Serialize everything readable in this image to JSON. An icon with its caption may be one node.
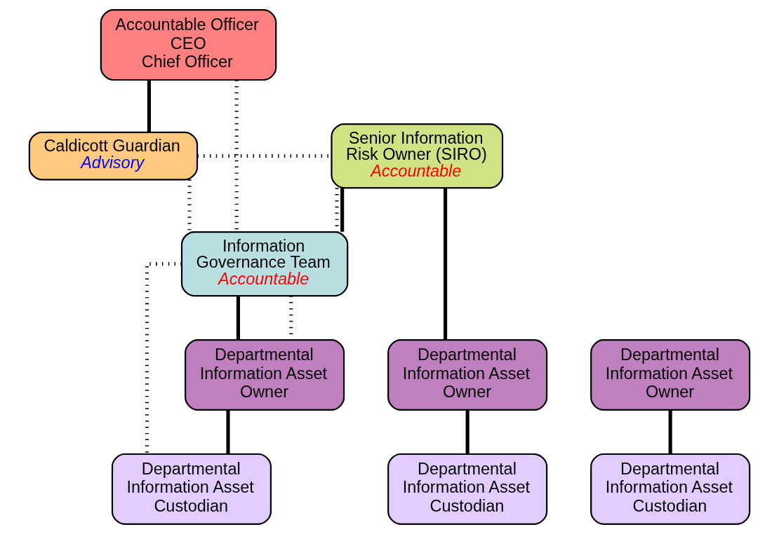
{
  "diagram": {
    "nodes": [
      {
        "text": [
          "Accountable Officer",
          "CEO",
          "Chief Officer"
        ]
      },
      {
        "text": [
          "Caldicott Guardian",
          "Advisory"
        ]
      },
      {
        "text": [
          "Senior Information Risk Owner (SIRO)",
          "Accountable"
        ]
      },
      {
        "text": [
          "Information Governance Team",
          "Accountable"
        ]
      },
      {
        "text": [
          "Departmental Information Asset Owner"
        ]
      },
      {
        "text": [
          "Departmental Information Asset Owner"
        ]
      },
      {
        "text": [
          "Departmental Information Asset Owner"
        ]
      },
      {
        "text": [
          "Departmental Information Asset Custodian"
        ]
      },
      {
        "text": [
          "Departmental Information Asset Custodian"
        ]
      },
      {
        "text": [
          "Departmental Information Asset Custodian"
        ]
      }
    ],
    "edges": [
      {
        "from": 0,
        "to": 1,
        "arrow": "none"
      },
      {
        "from": 0,
        "to": 3,
        "arrow": "none",
        "style": "dashed"
      },
      {
        "from": 1,
        "to": 2,
        "arrow": "none",
        "style": "dashed"
      },
      {
        "from": 2,
        "to": 3,
        "arrow": "none",
        "style": "dashed"
      },
      {
        "from": 1,
        "to": 3,
        "arrow": "none",
        "style": "dashed"
      },
      {
        "from": 2,
        "to": 4,
        "arrow": "none"
      },
      {
        "from": 2,
        "to": 3,
        "arrow": "none"
      },
      {
        "from": 3,
        "to": 6,
        "arrow": "none"
      },
      {
        "from": 3,
        "to": 6,
        "arrow": "none",
        "style": "dashed"
      },
      {
        "from": 3,
        "to": 9,
        "arrow": "none",
        "style": "dashed"
      },
      {
        "from": 4,
        "to": 7,
        "arrow": "none"
      },
      {
        "from": 5,
        "to": 8,
        "arrow": "none"
      },
      {
        "from": 6,
        "to": 9,
        "arrow": "none"
      }
    ]
  }
}
